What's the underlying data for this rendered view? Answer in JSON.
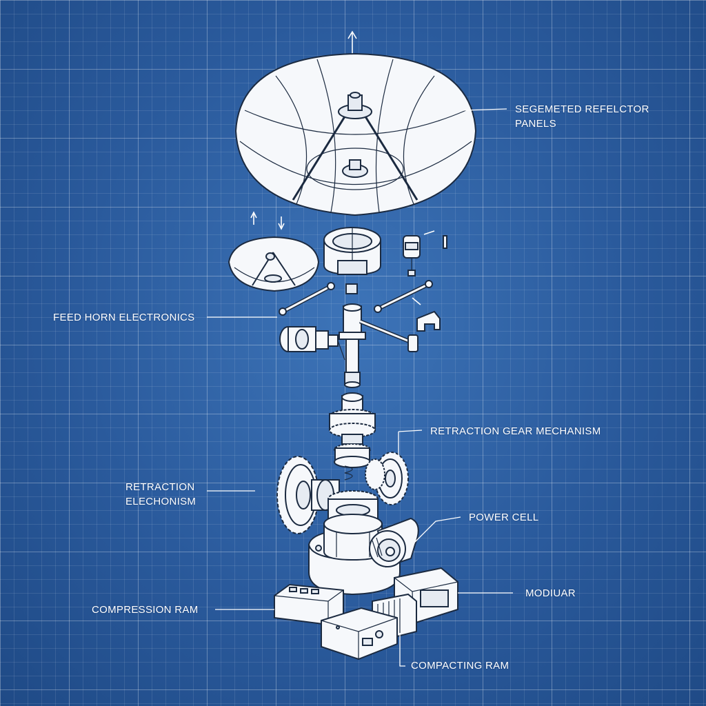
{
  "colors": {
    "background": "#2a5a9c",
    "grid_line": "#6e93c6",
    "part_fill": "#f6f8fb",
    "part_outline": "#1b2a40",
    "label_text": "#ffffff"
  },
  "labels": {
    "segmented_reflector": "SEGEMETED REFELCTOR\nPANELS",
    "feed_horn": "FEED HORN ELECTRONICS",
    "retraction_gear": "RETRACTION GEAR MECHANISM",
    "retraction_elechonism": "RETRACTION\nELECHONISM",
    "power_cell": "POWER CELL",
    "modiuar": "MODIUAR",
    "compression_ram": "COMPRESSION RAM",
    "compacting_ram": "COMPACTING RAM"
  }
}
